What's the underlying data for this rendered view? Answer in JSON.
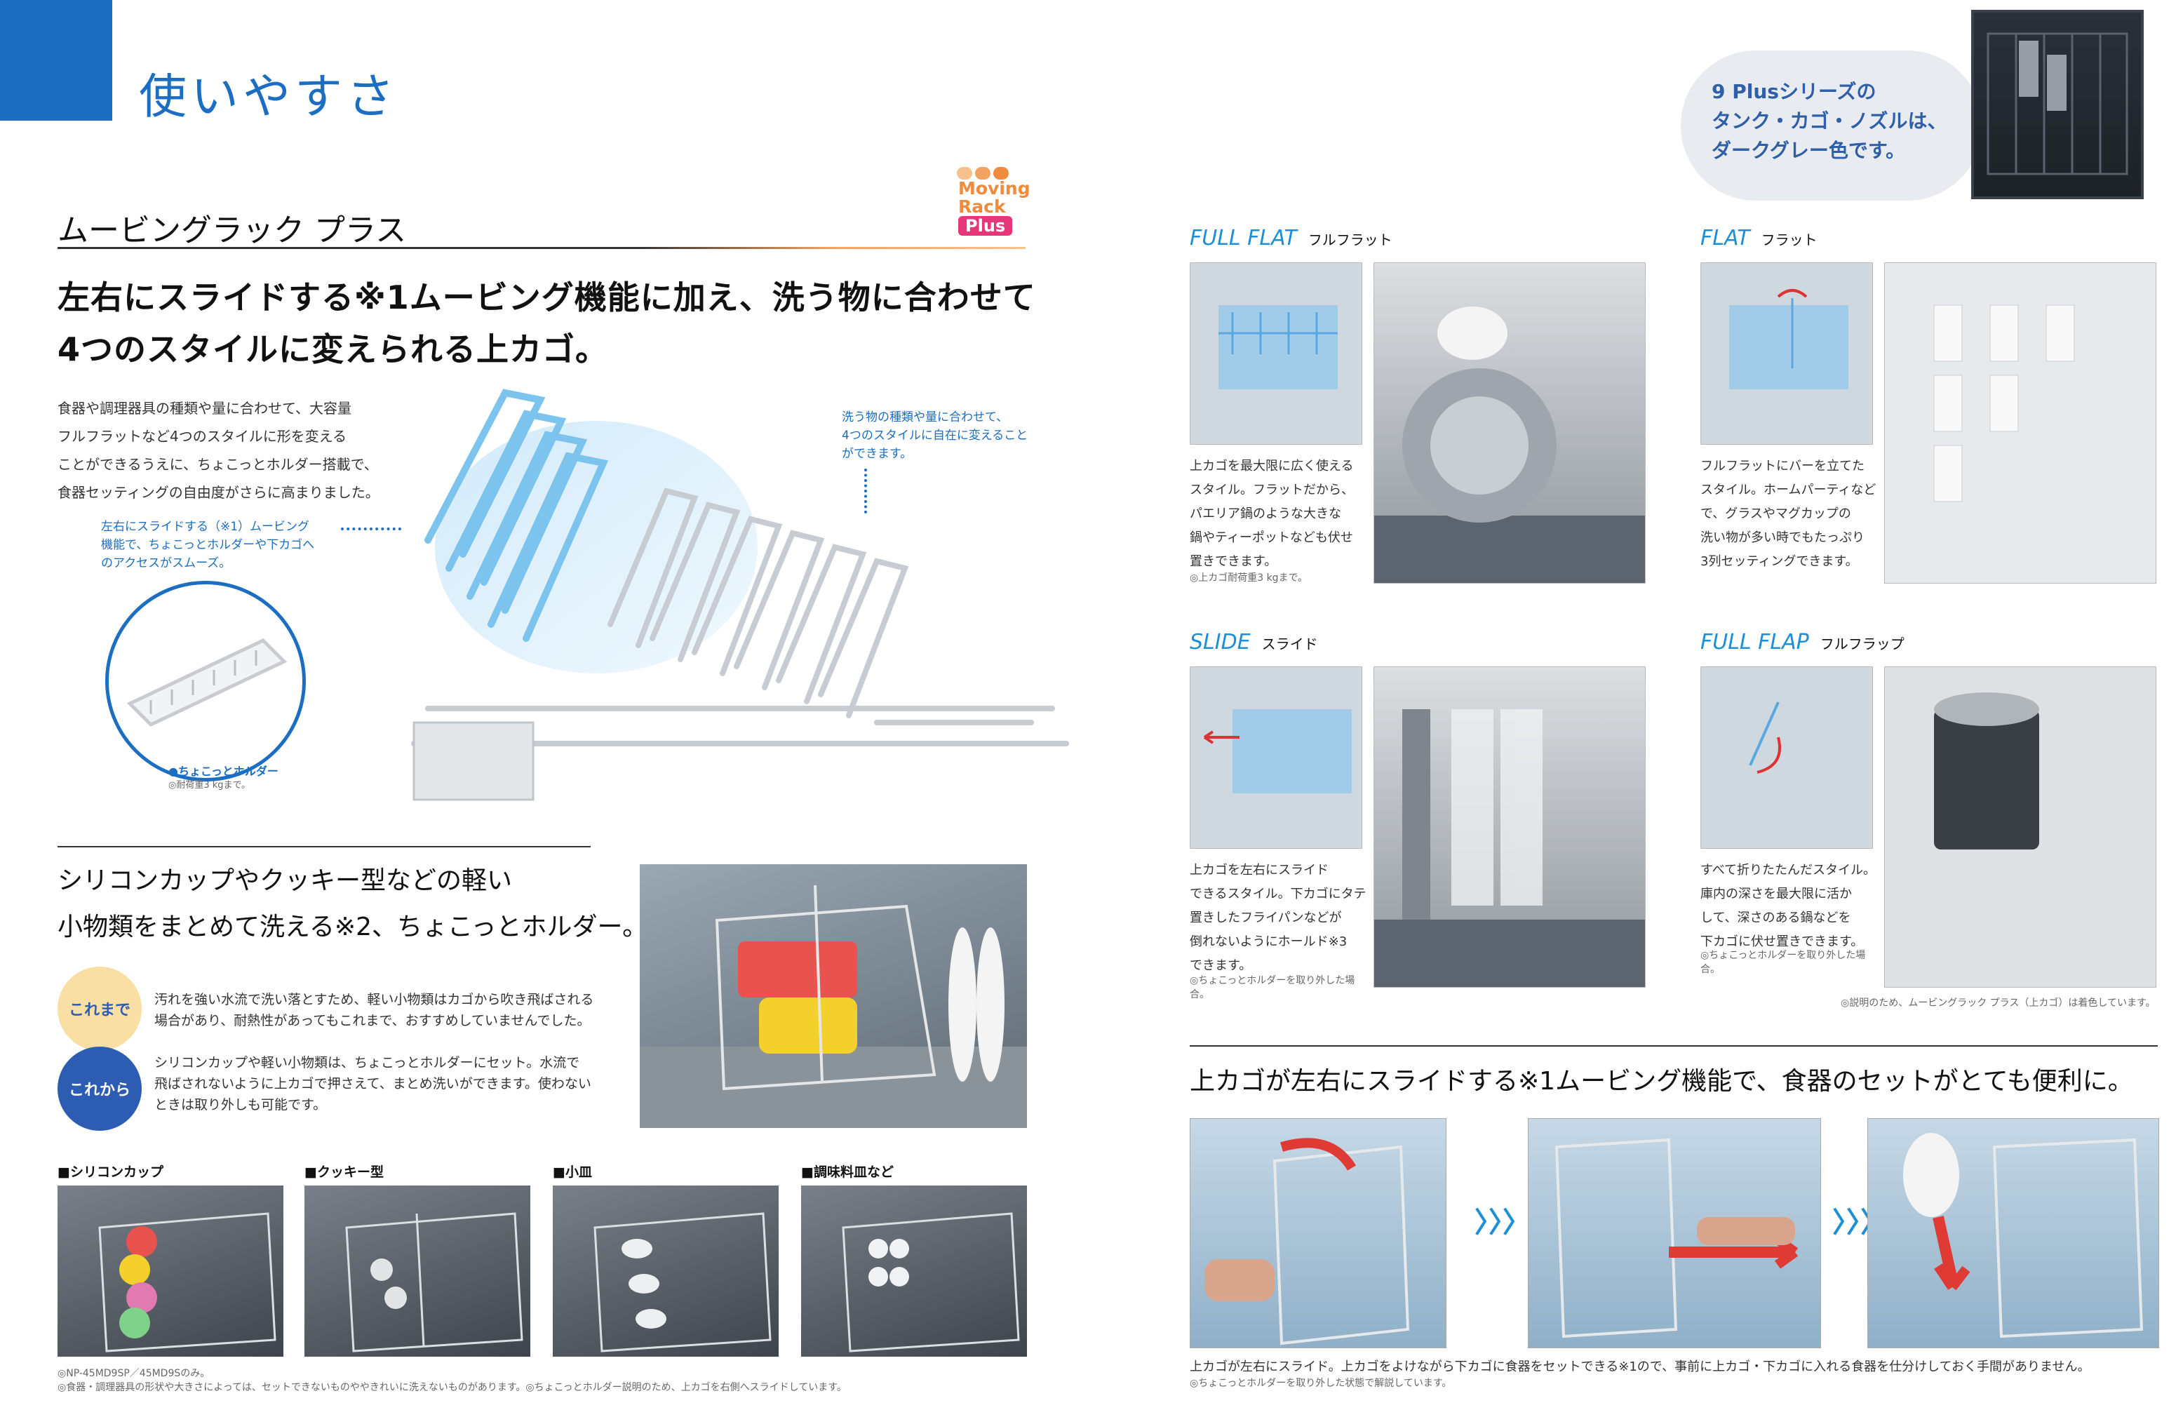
{
  "page": {
    "title": "使いやすさ"
  },
  "logo": {
    "line1": "Moving",
    "line2": "Rack",
    "line3": "Plus"
  },
  "left": {
    "section_title": "ムービングラック プラス",
    "headline1": "左右にスライドする※1ムービング機能に加え、洗う物に合わせて",
    "headline2": "4つのスタイルに変えられる上カゴ。",
    "body": [
      "食器や調理器具の種類や量に合わせて、大容量",
      "フルフラットなど4つのスタイルに形を変える",
      "ことができるうえに、ちょこっとホルダー搭載で、",
      "食器セッティングの自由度がさらに高まりました。"
    ],
    "note_slide": [
      "左右にスライドする（※1）ムービング",
      "機能で、ちょこっとホルダーや下カゴへ",
      "のアクセスがスムーズ。"
    ],
    "note_style": [
      "洗う物の種類や量に合わせて、",
      "4つのスタイルに自在に変えること",
      "ができます。"
    ],
    "holder_label": "●ちょこっとホルダー",
    "holder_note": "◎耐荷重3 kgまで。",
    "section2_title1": "シリコンカップやクッキー型などの軽い",
    "section2_title2": "小物類をまとめて洗える※2、ちょこっとホルダー。",
    "before_badge": "これまで",
    "before_text": [
      "汚れを強い水流で洗い落とすため、軽い小物類はカゴから吹き飛ばされる",
      "場合があり、耐熱性があってもこれまで、おすすめしていませんでした。"
    ],
    "after_badge": "これから",
    "after_text": [
      "シリコンカップや軽い小物類は、ちょこっとホルダーにセット。水流で",
      "飛ばされないように上カゴで押さえて、まとめ洗いができます。使わない",
      "ときは取り外しも可能です。"
    ],
    "items": [
      {
        "label": "■シリコンカップ"
      },
      {
        "label": "■クッキー型"
      },
      {
        "label": "■小皿"
      },
      {
        "label": "■調味料皿など"
      }
    ],
    "footnote1": "◎NP-45MD9SP／45MD9Sのみ。",
    "footnote2": "◎食器・調理器具の形状や大きさによっては、セットできないものややきれいに洗えないものがあります。◎ちょこっとホルダー説明のため、上カゴを右側へスライドしています。"
  },
  "right": {
    "bubble": [
      "9 Plusシリーズの",
      "タンク・カゴ・ノズルは、",
      "ダークグレー色です。"
    ],
    "styles": [
      {
        "title": "FULL FLAT",
        "sub": "フルフラット",
        "text": [
          "上カゴを最大限に広く使える",
          "スタイル。フラットだから、",
          "パエリア鍋のような大きな",
          "鍋やティーポットなども伏せ",
          "置きできます。"
        ],
        "note": "◎上カゴ耐荷重3 kgまで。"
      },
      {
        "title": "FLAT",
        "sub": "フラット",
        "text": [
          "フルフラットにバーを立てた",
          "スタイル。ホームパーティなど",
          "で、グラスやマグカップの",
          "洗い物が多い時でもたっぷり",
          "3列セッティングできます。"
        ],
        "note": ""
      },
      {
        "title": "SLIDE",
        "sub": "スライド",
        "text": [
          "上カゴを左右にスライド",
          "できるスタイル。下カゴにタテ",
          "置きしたフライパンなどが",
          "倒れないようにホールド※3",
          "できます。"
        ],
        "note": "◎ちょこっとホルダーを取り外した場合。"
      },
      {
        "title": "FULL FLAP",
        "sub": "フルフラップ",
        "text": [
          "すべて折りたたんだスタイル。",
          "庫内の深さを最大限に活か",
          "して、深さのある鍋などを",
          "下カゴに伏せ置きできます。"
        ],
        "note": "◎ちょこっとホルダーを取り外した場合。"
      }
    ],
    "color_note": "◎説明のため、ムービングラック プラス（上カゴ）は着色しています。",
    "bottom_title": "上カゴが左右にスライドする※1ムービング機能で、食器のセットがとても便利に。",
    "step_arrows": "〉〉〉",
    "bottom_text": "上カゴが左右にスライド。上カゴをよけながら下カゴに食器をセットできる※1ので、事前に上カゴ・下カゴに入れる食器を仕分けしておく手間がありません。",
    "bottom_note": "◎ちょこっとホルダーを取り外した状態で解説しています。"
  },
  "colors": {
    "accent_blue": "#1c6ec2",
    "style_blue": "#1c8fd6",
    "before_badge": "#f9dfa4",
    "after_badge": "#2d5db3",
    "logo_orange": "#f08a3c",
    "logo_pink": "#e6367a"
  }
}
